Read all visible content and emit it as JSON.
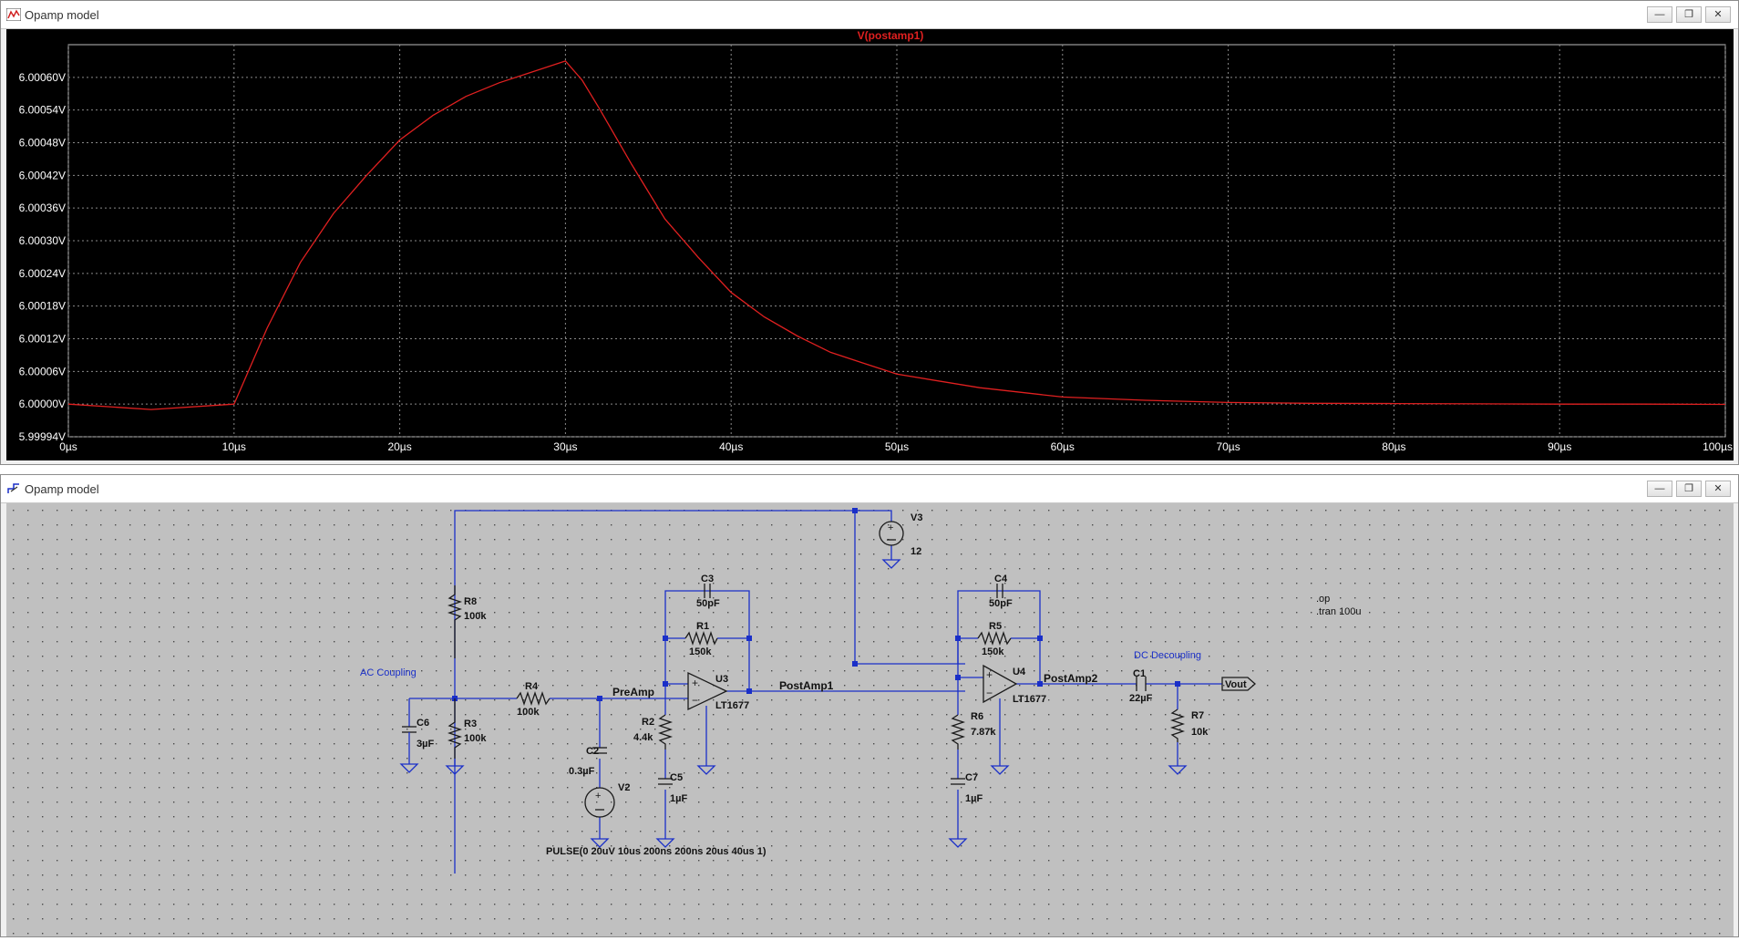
{
  "plot_window": {
    "title": "Opamp model",
    "buttons": [
      "—",
      "❐",
      "✕"
    ]
  },
  "schematic_window": {
    "title": "Opamp model",
    "buttons": [
      "—",
      "❐",
      "✕"
    ]
  },
  "colors": {
    "trace": "#e02020",
    "grid": "#8a8a8a",
    "wire": "#1a2fc8",
    "schematic_bg": "#c0c0c0",
    "plot_bg": "#000000"
  },
  "chart_data": {
    "type": "line",
    "series": [
      {
        "name": "V(postamp1)",
        "x": [
          0,
          5,
          10,
          12,
          14,
          16,
          18,
          20,
          22,
          24,
          26,
          28,
          30,
          31,
          32,
          34,
          36,
          38,
          40,
          42,
          44,
          46,
          48,
          50,
          55,
          60,
          65,
          70,
          75,
          80,
          85,
          90,
          95,
          100
        ],
        "y": [
          6.0,
          5.99999,
          6.0,
          6.00014,
          6.00026,
          6.00035,
          6.00042,
          6.000485,
          6.00053,
          6.000565,
          6.00059,
          6.00061,
          6.00063,
          6.000595,
          6.000545,
          6.00044,
          6.00034,
          6.00027,
          6.000205,
          6.00016,
          6.000125,
          6.000095,
          6.000075,
          6.000055,
          6.00003,
          6.000013,
          6.000007,
          6.000003,
          6.0000015,
          6.000001,
          6.0000005,
          6.0,
          6.0,
          5.9999995
        ]
      }
    ],
    "xlim": [
      0,
      100
    ],
    "ylim": [
      5.99994,
      6.00066
    ],
    "xticks": [
      "0µs",
      "10µs",
      "20µs",
      "30µs",
      "40µs",
      "50µs",
      "60µs",
      "70µs",
      "80µs",
      "90µs",
      "100µs"
    ],
    "xtick_values": [
      0,
      10,
      20,
      30,
      40,
      50,
      60,
      70,
      80,
      90,
      100
    ],
    "yticks": [
      "5.99994V",
      "6.00000V",
      "6.00006V",
      "6.00012V",
      "6.00018V",
      "6.00024V",
      "6.00030V",
      "6.00036V",
      "6.00042V",
      "6.00048V",
      "6.00054V",
      "6.00060V"
    ],
    "ytick_values": [
      5.99994,
      6.0,
      6.00006,
      6.00012,
      6.00018,
      6.00024,
      6.0003,
      6.00036,
      6.00042,
      6.00048,
      6.00054,
      6.0006
    ],
    "grid": true,
    "legend": "top-center"
  },
  "schematic": {
    "components": {
      "V3": {
        "ref": "V3",
        "value": "12"
      },
      "R8": {
        "ref": "R8",
        "value": "100k"
      },
      "R3": {
        "ref": "R3",
        "value": "100k"
      },
      "C6": {
        "ref": "C6",
        "value": "3µF"
      },
      "R4": {
        "ref": "R4",
        "value": "100k"
      },
      "C2": {
        "ref": "C2",
        "value": "0.3µF"
      },
      "V2": {
        "ref": "V2",
        "value": "PULSE(0 20uV 10us 200ns 200ns 20us 40us 1)"
      },
      "C3": {
        "ref": "C3",
        "value": "50pF"
      },
      "R1": {
        "ref": "R1",
        "value": "150k"
      },
      "R2": {
        "ref": "R2",
        "value": "4.4k"
      },
      "C5": {
        "ref": "C5",
        "value": "1µF"
      },
      "U3": {
        "ref": "U3",
        "value": "LT1677"
      },
      "C4": {
        "ref": "C4",
        "value": "50pF"
      },
      "R5": {
        "ref": "R5",
        "value": "150k"
      },
      "R6": {
        "ref": "R6",
        "value": "7.87k"
      },
      "C7": {
        "ref": "C7",
        "value": "1µF"
      },
      "U4": {
        "ref": "U4",
        "value": "LT1677"
      },
      "C1": {
        "ref": "C1",
        "value": "22µF"
      },
      "R7": {
        "ref": "R7",
        "value": "10k"
      }
    },
    "nets": {
      "preamp": "PreAmp",
      "postamp1": "PostAmp1",
      "postamp2": "PostAmp2",
      "vout": "Vout"
    },
    "comments": {
      "ac_coupling": "AC Coupling",
      "dc_decoupling": "DC Decoupling"
    },
    "directives": [
      ".op",
      ".tran 100u"
    ]
  }
}
